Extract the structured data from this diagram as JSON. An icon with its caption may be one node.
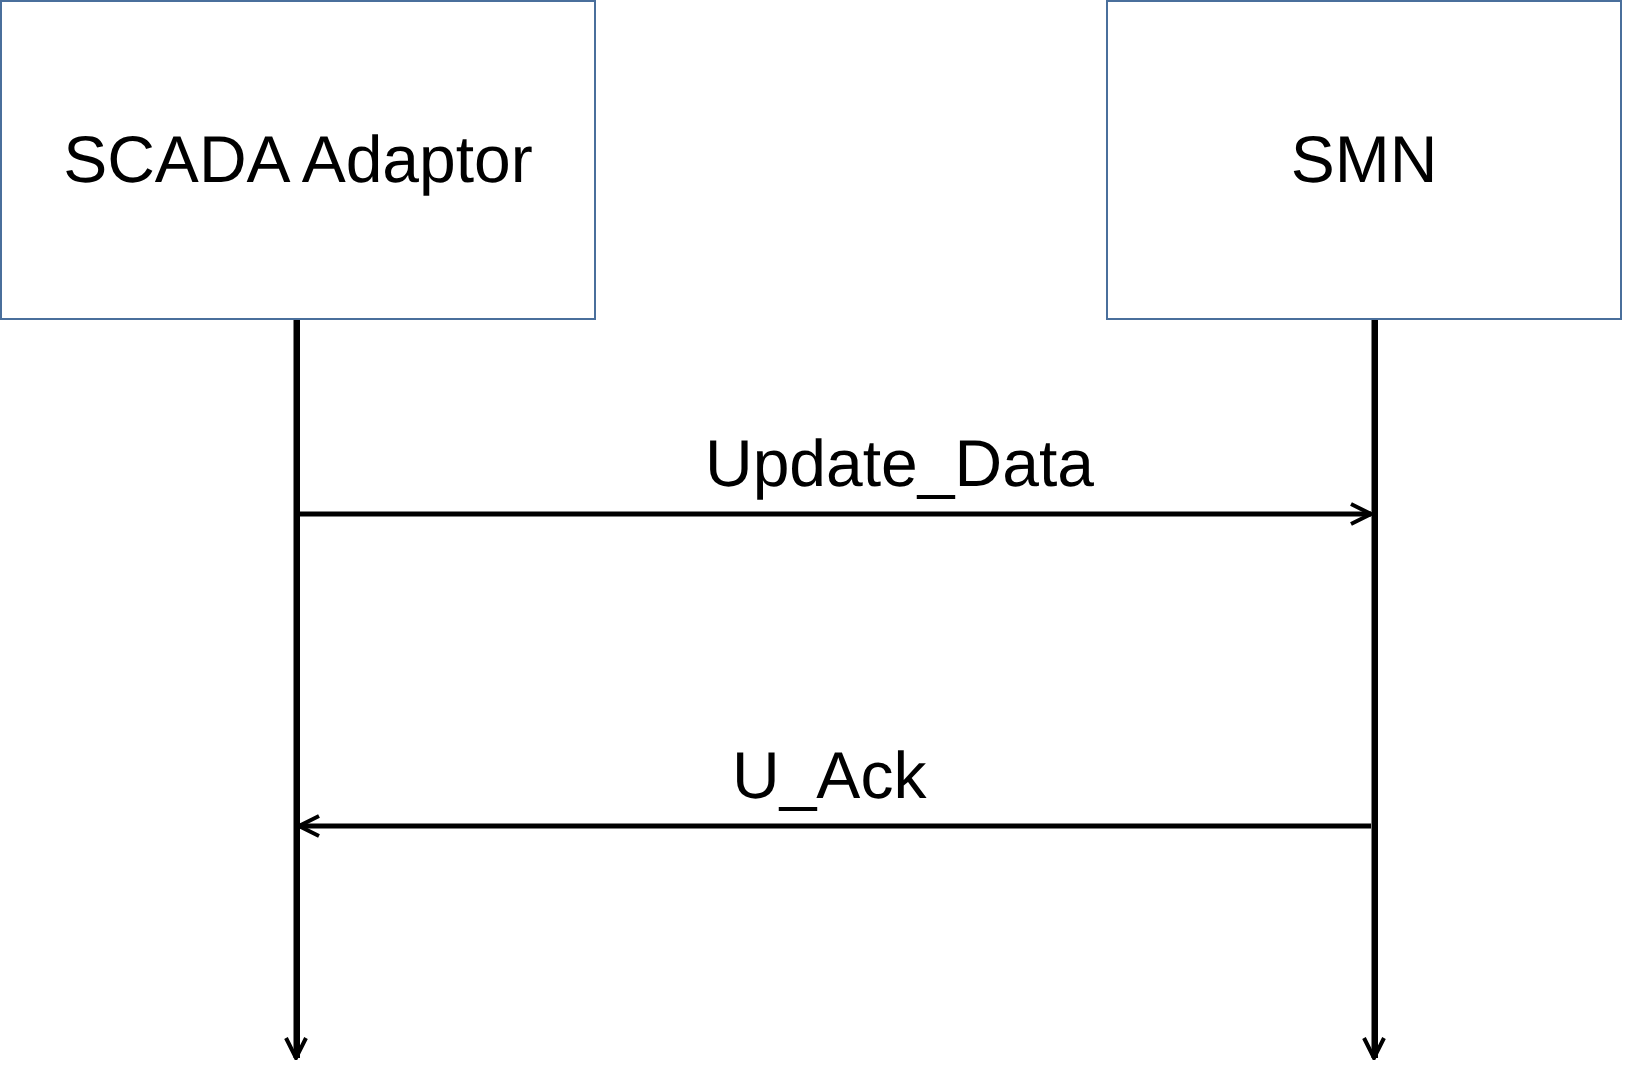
{
  "diagram": {
    "nodes": [
      {
        "text": [
          "SCADA Adaptor"
        ]
      },
      {
        "text": [
          "SMN"
        ]
      },
      {
        "text": [],
        "shape": "line"
      },
      {
        "text": [],
        "shape": "line"
      }
    ],
    "edges": [
      {
        "from": 0,
        "to": 2,
        "arrow": "to"
      },
      {
        "from": 1,
        "to": 3,
        "arrow": "to"
      },
      {
        "from": 2,
        "to": 3,
        "arrow": "to",
        "label": "Update_Data"
      },
      {
        "from": 3,
        "to": 2,
        "arrow": "to",
        "label": "U_Ack"
      }
    ]
  }
}
